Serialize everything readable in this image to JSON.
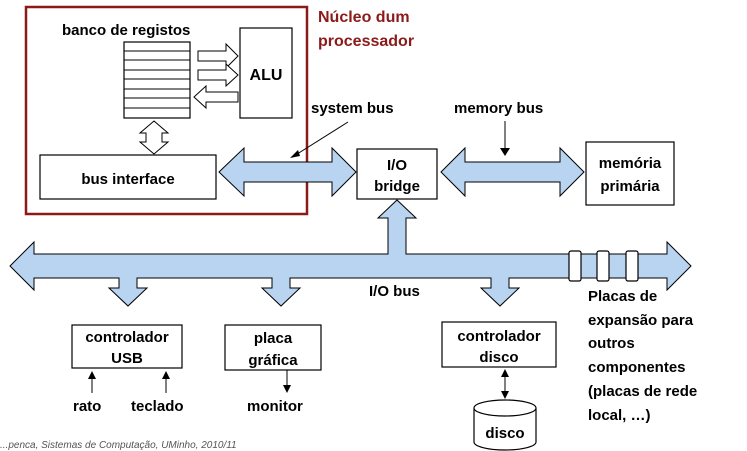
{
  "core": {
    "title_line1": "Núcleo dum",
    "title_line2": "processador",
    "register_bank": "banco de registos",
    "alu": "ALU",
    "bus_interface": "bus interface"
  },
  "buses": {
    "system_bus": "system bus",
    "memory_bus": "memory bus",
    "io_bus": "I/O bus"
  },
  "io_bridge": {
    "line1": "I/O",
    "line2": "bridge"
  },
  "memory": {
    "line1": "memória",
    "line2": "primária"
  },
  "usb_controller": {
    "line1": "controlador",
    "line2": "USB",
    "devices": [
      "rato",
      "teclado"
    ]
  },
  "graphics_card": {
    "line1": "placa",
    "line2": "gráfica",
    "device": "monitor"
  },
  "disk_controller": {
    "line1": "controlador",
    "line2": "disco",
    "device": "disco"
  },
  "expansion_note": [
    "Placas de",
    "expansão para",
    "outros",
    "componentes",
    "(placas de rede",
    "local, …)"
  ],
  "footer": "...penca, Sistemas de Computação, UMinho, 2010/11",
  "colors": {
    "bus_fill": "#b8d4f0",
    "core_border": "#8b1a1a",
    "outline": "#000000"
  }
}
